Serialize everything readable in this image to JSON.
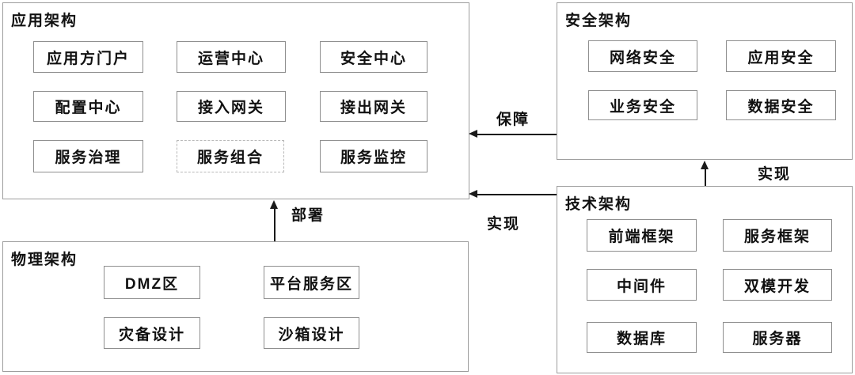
{
  "diagram": {
    "groups": [
      {
        "title": "应用架构",
        "items": [
          {
            "label": "应用方门户"
          },
          {
            "label": "运营中心"
          },
          {
            "label": "安全中心"
          },
          {
            "label": "配置中心"
          },
          {
            "label": "接入网关"
          },
          {
            "label": "接出网关"
          },
          {
            "label": "服务治理"
          },
          {
            "label": "服务组合",
            "border": "dashed"
          },
          {
            "label": "服务监控"
          }
        ]
      },
      {
        "title": "安全架构",
        "items": [
          {
            "label": "网络安全"
          },
          {
            "label": "应用安全"
          },
          {
            "label": "业务安全"
          },
          {
            "label": "数据安全"
          }
        ]
      },
      {
        "title": "物理架构",
        "items": [
          {
            "label": "DMZ区"
          },
          {
            "label": "平台服务区"
          },
          {
            "label": "灾备设计"
          },
          {
            "label": "沙箱设计"
          }
        ]
      },
      {
        "title": "技术架构",
        "items": [
          {
            "label": "前端框架"
          },
          {
            "label": "服务框架"
          },
          {
            "label": "中间件"
          },
          {
            "label": "双模开发"
          },
          {
            "label": "数据库"
          },
          {
            "label": "服务器"
          }
        ]
      }
    ],
    "arrows": [
      {
        "label": "保障",
        "from": "安全架构",
        "to": "应用架构",
        "direction": "left"
      },
      {
        "label": "实现",
        "from": "技术架构",
        "to": "安全架构",
        "direction": "up"
      },
      {
        "label": "实现",
        "from": "技术架构",
        "to": "应用架构",
        "direction": "left"
      },
      {
        "label": "部署",
        "from": "物理架构",
        "to": "应用架构",
        "direction": "up"
      }
    ]
  },
  "colors": {
    "background": "#ffffff",
    "group_border": "#9d9d9d",
    "node_border": "#8f8f8f",
    "dashed_node_border": "#b8b8b8",
    "arrow": "#1a1a1a",
    "text": "#111111"
  }
}
